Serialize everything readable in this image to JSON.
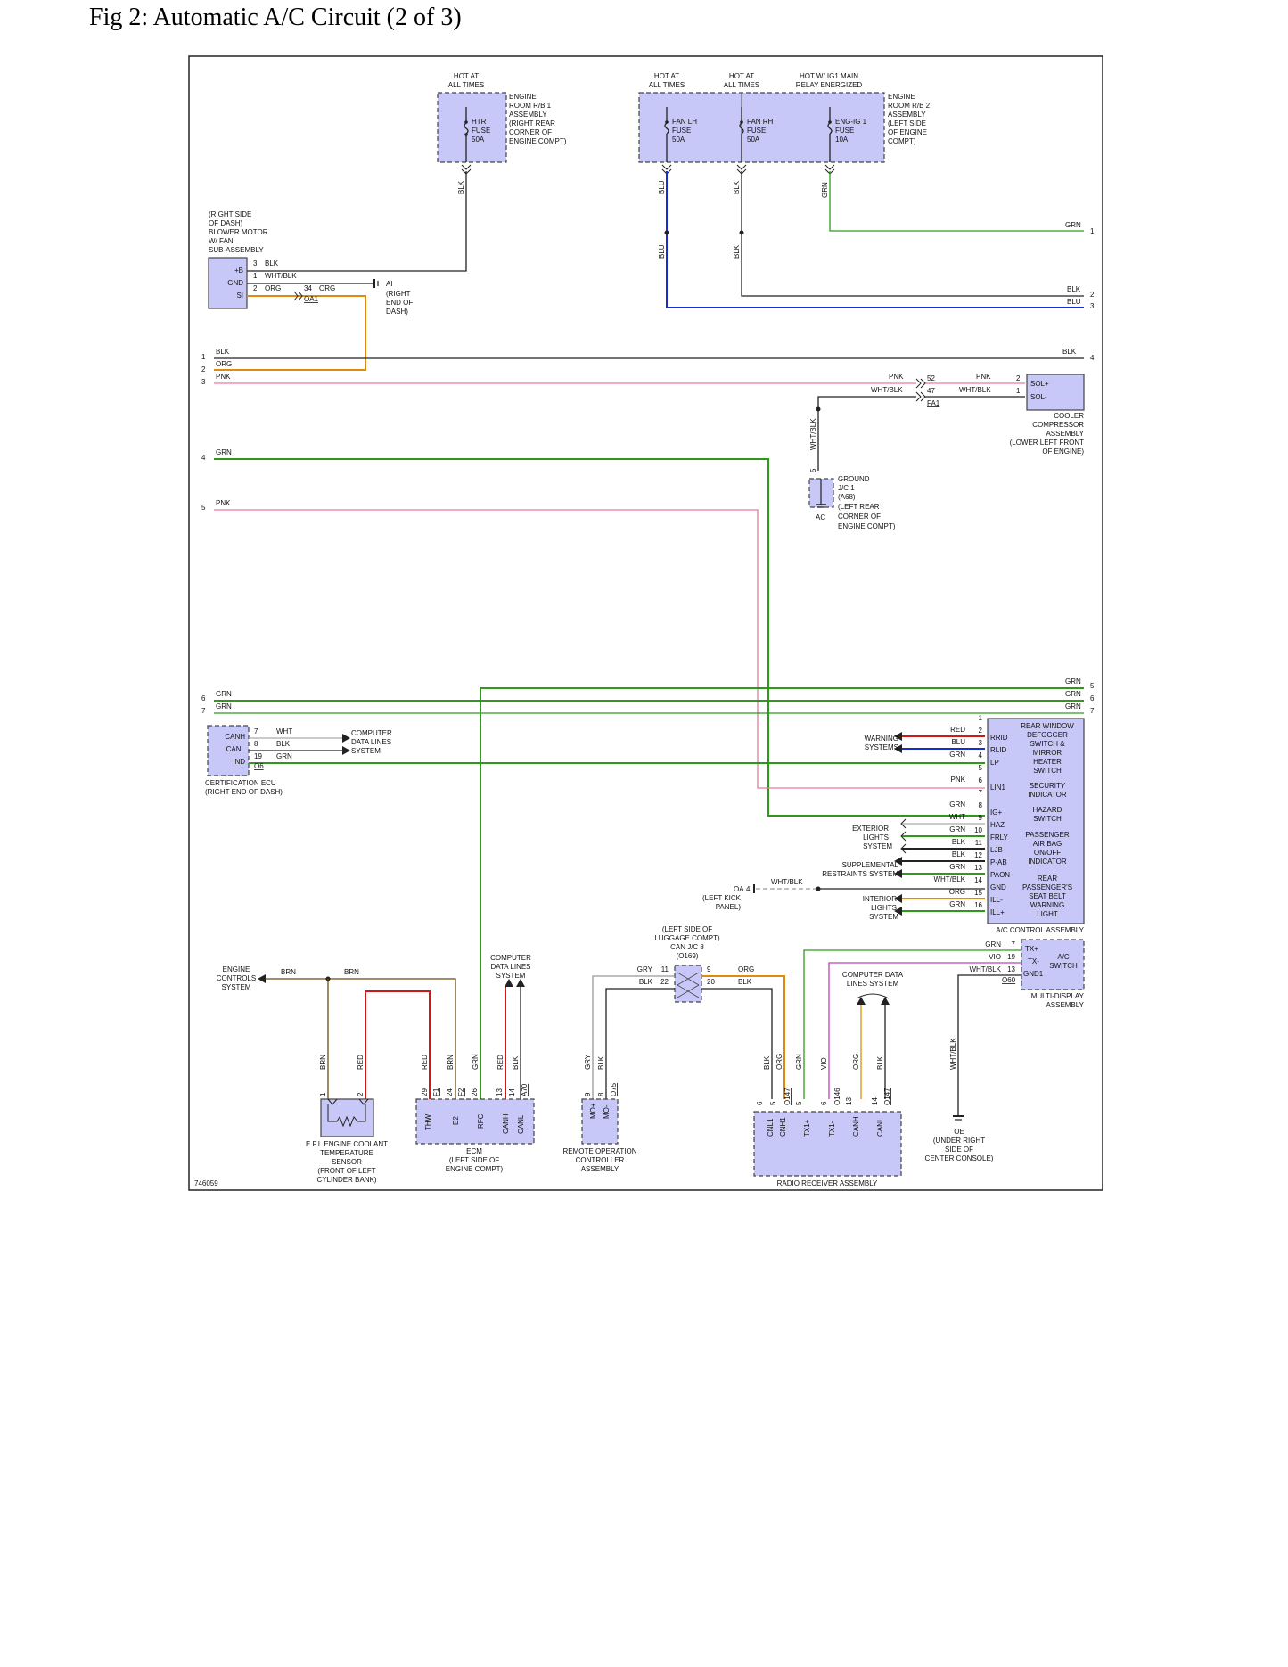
{
  "title": "Fig 2: Automatic A/C Circuit (2 of 3)",
  "diagram_id": "746059",
  "colors": {
    "blk": "#222222",
    "grn": "#2e9a1a",
    "blu": "#1a2ed0",
    "org": "#e08a10",
    "pnk": "#e87a9a",
    "red": "#d01818",
    "brn": "#6a4a10",
    "wht": "#aaaaaa",
    "vio": "#c040c0",
    "gry": "#999999",
    "comp_fill": "#c8c8f8"
  },
  "top": {
    "hot1": [
      "HOT AT",
      "ALL TIMES"
    ],
    "hot2": [
      "HOT AT",
      "ALL TIMES"
    ],
    "hot3": [
      "HOT AT",
      "ALL TIMES"
    ],
    "hot4": [
      "HOT W/ IG1 MAIN",
      "RELAY ENERGIZED"
    ],
    "rb1": [
      "ENGINE",
      "ROOM R/B 1",
      "ASSEMBLY",
      "(RIGHT REAR",
      "CORNER OF",
      "ENGINE COMPT)"
    ],
    "rb2": [
      "ENGINE",
      "ROOM R/B 2",
      "ASSEMBLY",
      "(LEFT SIDE",
      "OF ENGINE",
      "COMPT)"
    ],
    "htr": [
      "HTR",
      "FUSE",
      "50A"
    ],
    "fanlh": [
      "FAN LH",
      "FUSE",
      "50A"
    ],
    "fanrh": [
      "FAN RH",
      "FUSE",
      "50A"
    ],
    "engig": [
      "ENG-IG 1",
      "FUSE",
      "10A"
    ]
  },
  "blower": {
    "label": [
      "(RIGHT SIDE",
      "OF DASH)",
      "BLOWER MOTOR",
      "W/ FAN",
      "SUB-ASSEMBLY"
    ],
    "pins": [
      "+B",
      "GND",
      "SI"
    ],
    "nums": [
      "3",
      "1",
      "2"
    ],
    "wires": [
      "BLK",
      "WHT/BLK",
      "ORG"
    ],
    "conn_num": "34",
    "conn_wire": "ORG",
    "conn": "OA1",
    "ground": "AI",
    "ground_label": [
      "(RIGHT",
      "END OF",
      "DASH)"
    ]
  },
  "left_refs": [
    "1",
    "2",
    "3",
    "4",
    "5",
    "6",
    "7"
  ],
  "right_refs": [
    "1",
    "2",
    "3",
    "4",
    "5",
    "6",
    "7"
  ],
  "wire_labels": {
    "grn": "GRN",
    "blk": "BLK",
    "blu": "BLU",
    "org": "ORG",
    "pnk": "PNK",
    "whtblk": "WHT/BLK",
    "red": "RED",
    "brn": "BRN",
    "wht": "WHT",
    "vio": "VIO",
    "gry": "GRY"
  },
  "cooler": {
    "pins": [
      "SOL+",
      "SOL-"
    ],
    "nums": [
      "2",
      "1"
    ],
    "conn_nums": [
      "52",
      "47"
    ],
    "conn": "FA1",
    "label": [
      "COOLER",
      "COMPRESSOR",
      "ASSEMBLY",
      "(LOWER LEFT FRONT",
      "OF ENGINE)"
    ]
  },
  "ground_jc": {
    "pin": "5",
    "label": [
      "GROUND",
      "J/C 1",
      "(A68)",
      "(LEFT REAR",
      "CORNER OF",
      "ENGINE COMPT)"
    ],
    "ground": "AC"
  },
  "cert": {
    "pins": [
      "CANH",
      "CANL",
      "IND"
    ],
    "nums": [
      "7",
      "8",
      "19"
    ],
    "wires": [
      "WHT",
      "BLK",
      "GRN"
    ],
    "conn": "O6",
    "dest": [
      "COMPUTER",
      "DATA LINES",
      "SYSTEM"
    ],
    "label": [
      "CERTIFICATION ECU",
      "(RIGHT END OF DASH)"
    ]
  },
  "ac_control": {
    "pins": [
      "RRID",
      "RLID",
      "LP",
      "LIN1",
      "IG+",
      "HAZ",
      "FRLY",
      "LJB",
      "P-AB",
      "PAON",
      "GND",
      "ILL-",
      "ILL+"
    ],
    "nums": [
      "1",
      "2",
      "3",
      "4",
      "5",
      "6",
      "7",
      "8",
      "9",
      "10",
      "11",
      "12",
      "13",
      "14",
      "15",
      "16"
    ],
    "wires": [
      "RED",
      "BLU",
      "GRN",
      "PNK",
      "GRN",
      "WHT",
      "GRN",
      "BLK",
      "BLK",
      "GRN",
      "WHT/BLK",
      "ORG",
      "GRN"
    ],
    "sections": [
      "REAR WINDOW",
      "DEFOGGER",
      "SWITCH &",
      "MIRROR",
      "HEATER",
      "SWITCH",
      "SECURITY",
      "INDICATOR",
      "HAZARD",
      "SWITCH",
      "PASSENGER",
      "AIR BAG",
      "ON/OFF",
      "INDICATOR",
      "REAR",
      "PASSENGER'S",
      "SEAT BELT",
      "WARNING",
      "LIGHT"
    ],
    "label": "A/C CONTROL ASSEMBLY",
    "warning": [
      "WARNING",
      "SYSTEMS"
    ],
    "exterior": [
      "EXTERIOR",
      "LIGHTS",
      "SYSTEM"
    ],
    "supplemental": [
      "SUPPLEMENTAL",
      "RESTRAINTS SYSTEM"
    ],
    "interior": [
      "INTERIOR",
      "LIGHTS",
      "SYSTEM"
    ],
    "gnd_conn": "OA",
    "gnd_pin": "4",
    "gnd_label": [
      "(LEFT KICK",
      "PANEL)"
    ]
  },
  "multi": {
    "pins": [
      "TX+",
      "TX-",
      "GND1"
    ],
    "nums": [
      "7",
      "19",
      "13"
    ],
    "wires": [
      "GRN",
      "VIO",
      "WHT/BLK"
    ],
    "conn": "O60",
    "inner": [
      "A/C",
      "SWITCH"
    ],
    "label": [
      "MULTI-DISPLAY",
      "ASSEMBLY"
    ]
  },
  "can_jc": {
    "label": [
      "(LEFT SIDE OF",
      "LUGGAGE COMPT)",
      "CAN J/C 8",
      "(O169)"
    ],
    "left_nums": [
      "11",
      "22"
    ],
    "right_nums": [
      "9",
      "20"
    ],
    "left_wires": [
      "GRY",
      "BLK"
    ],
    "right_wires": [
      "ORG",
      "BLK"
    ]
  },
  "bottom": {
    "engine_controls": [
      "ENGINE",
      "CONTROLS",
      "SYSTEM"
    ],
    "comp_data1": [
      "COMPUTER",
      "DATA LINES",
      "SYSTEM"
    ],
    "comp_data2": [
      "COMPUTER DATA",
      "LINES SYSTEM"
    ],
    "sensor_label": [
      "E.F.I. ENGINE COOLANT",
      "TEMPERATURE",
      "SENSOR",
      "(FRONT OF LEFT",
      "CYLINDER BANK)"
    ],
    "sensor_nums": [
      "1",
      "2"
    ],
    "ecm_pins": [
      "THW",
      "E2",
      "RFC",
      "CANH",
      "CANL"
    ],
    "ecm_nums": [
      "29",
      "24",
      "26",
      "13",
      "14"
    ],
    "ecm_conns": [
      "F1",
      "F2",
      "A70"
    ],
    "ecm_label": [
      "ECM",
      "(LEFT SIDE OF",
      "ENGINE COMPT)"
    ],
    "remote_pins": [
      "MO+",
      "MO-"
    ],
    "remote_nums": [
      "9",
      "8"
    ],
    "remote_conn": "O75",
    "remote_label": [
      "REMOTE OPERATION",
      "CONTROLLER",
      "ASSEMBLY"
    ],
    "radio_pins": [
      "CNL1",
      "CNH1",
      "TX1+",
      "TX1-",
      "CANH",
      "CANL"
    ],
    "radio_nums": [
      "6",
      "5",
      "5",
      "6",
      "13",
      "14"
    ],
    "radio_conns": [
      "O147",
      "O146",
      "O147"
    ],
    "radio_label": "RADIO RECEIVER ASSEMBLY",
    "oe": "OE",
    "oe_label": [
      "(UNDER RIGHT",
      "SIDE OF",
      "CENTER CONSOLE)"
    ]
  }
}
